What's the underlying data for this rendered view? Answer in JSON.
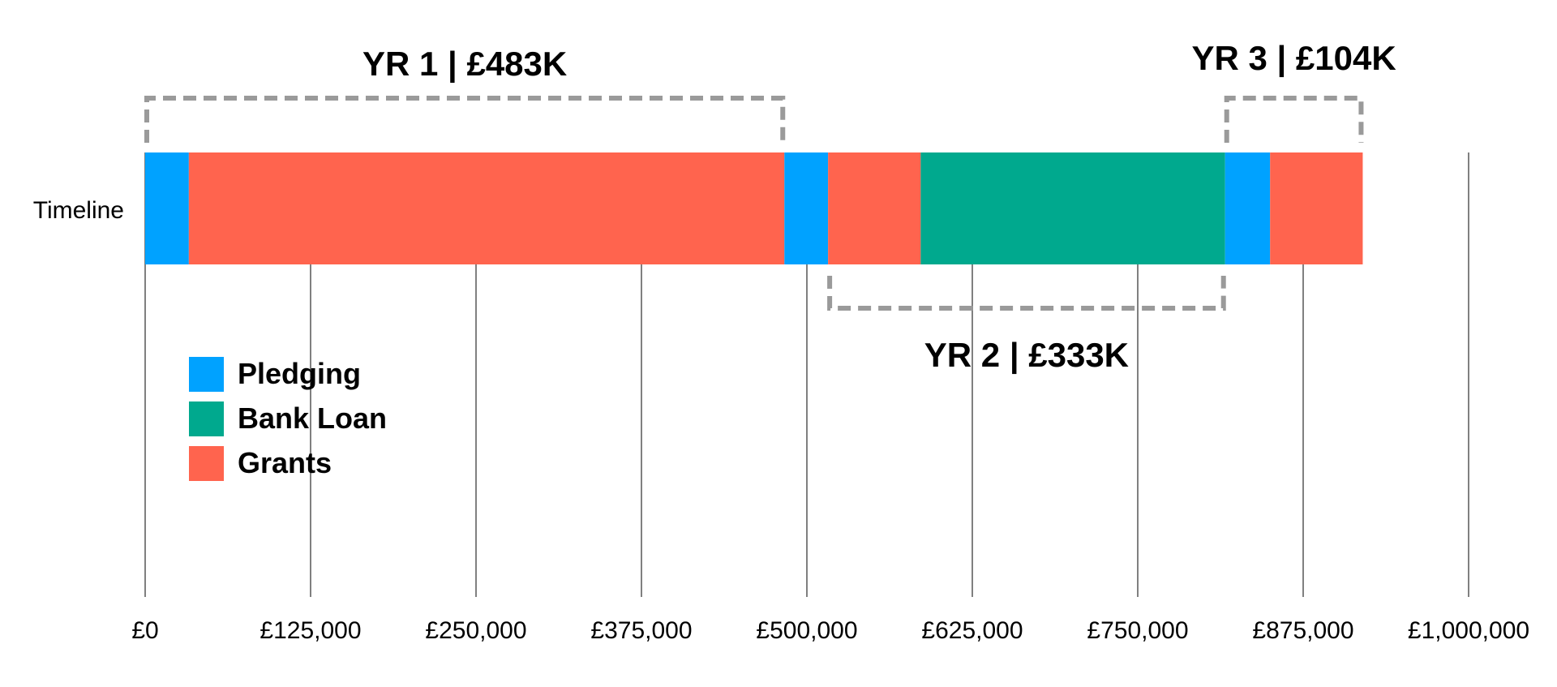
{
  "chart_data": {
    "type": "bar",
    "orientation": "horizontal-stacked",
    "categories": [
      "Timeline"
    ],
    "xlim": [
      0,
      1000000
    ],
    "x_ticks": [
      0,
      125000,
      250000,
      375000,
      500000,
      625000,
      750000,
      875000,
      1000000
    ],
    "x_tick_labels": [
      "£0",
      "£125,000",
      "£250,000",
      "£375,000",
      "£500,000",
      "£625,000",
      "£750,000",
      "£875,000",
      "£1,000,000"
    ],
    "grid": true,
    "legend_position": "left-middle",
    "legend": [
      {
        "name": "Pledging",
        "color": "#00A2FF"
      },
      {
        "name": "Bank Loan",
        "color": "#00A98E"
      },
      {
        "name": "Grants",
        "color": "#FF644E"
      }
    ],
    "segments": [
      {
        "series": "Pledging",
        "value": 33000
      },
      {
        "series": "Grants",
        "value": 450000
      },
      {
        "series": "Pledging",
        "value": 33000
      },
      {
        "series": "Grants",
        "value": 70000
      },
      {
        "series": "Bank Loan",
        "value": 230000
      },
      {
        "series": "Pledging",
        "value": 34000
      },
      {
        "series": "Grants",
        "value": 70000
      }
    ],
    "annotations": [
      {
        "label": "YR 1 | £483K",
        "from": 0,
        "to": 483000,
        "side": "top"
      },
      {
        "label": "YR 2 | £333K",
        "from": 516000,
        "to": 816000,
        "side": "bottom"
      },
      {
        "label": "YR 3 | £104K",
        "from": 816000,
        "to": 920000,
        "side": "top"
      }
    ]
  }
}
